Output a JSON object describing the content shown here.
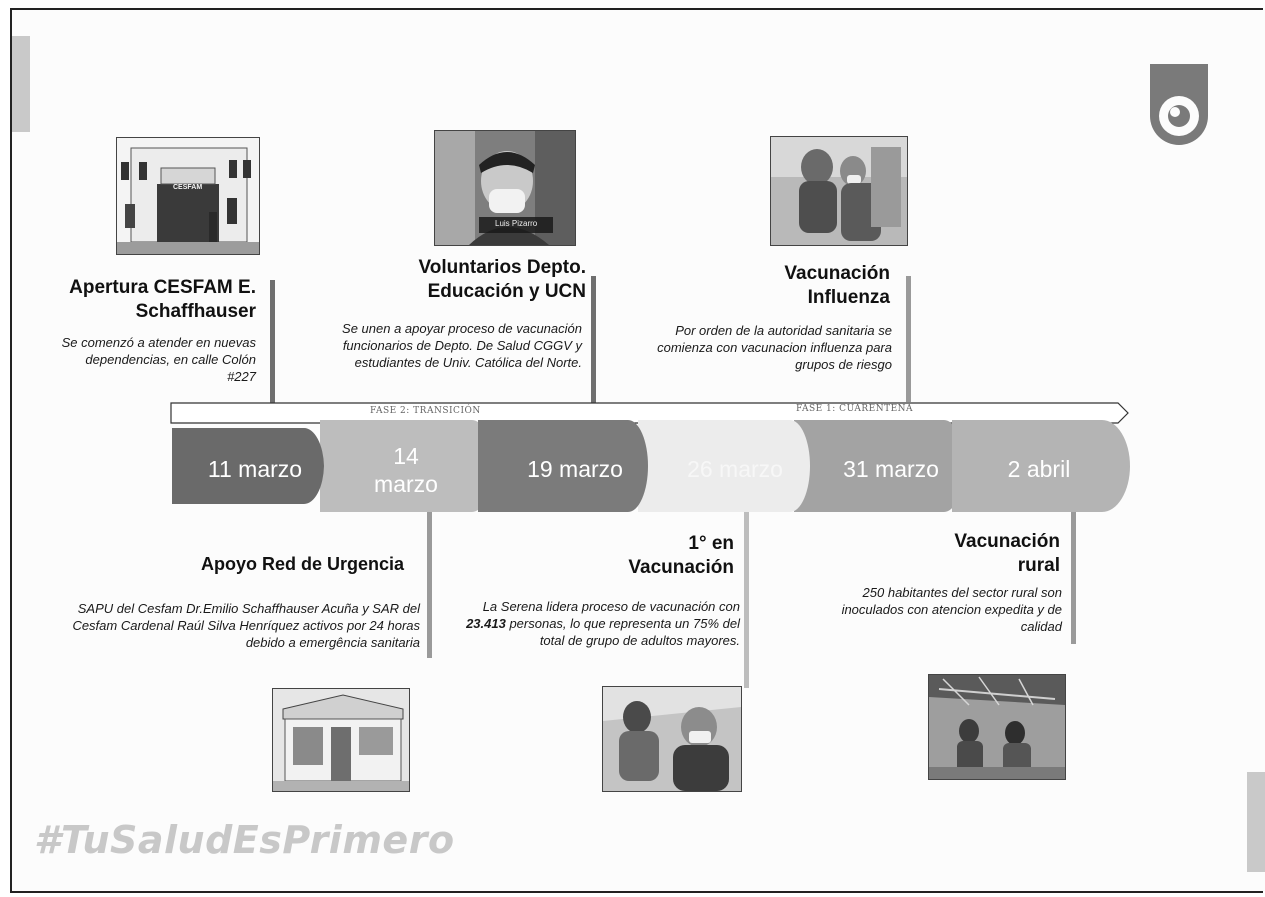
{
  "top_events": [
    {
      "title": "Apertura CESFAM E. Schaffhauser",
      "desc": "Se comenzó a atender en nuevas dependencias, en calle Colón #227",
      "photo_text": "CESFAM"
    },
    {
      "title": "Voluntarios Depto. Educación y UCN",
      "desc": "Se unen a apoyar proceso de vacunación funcionarios de Depto. De Salud CGGV y estudiantes de Univ. Católica del Norte.",
      "photo_text": "Luis Pizarro"
    },
    {
      "title": "Vacunación Influenza",
      "desc": "Por orden de la autoridad sanitaria se comienza con vacunacion influenza para grupos de riesgo"
    }
  ],
  "bottom_events": [
    {
      "title": "Apoyo Red de Urgencia",
      "desc": "SAPU del Cesfam Dr.Emilio Schaffhauser Acuña y SAR del Cesfam Cardenal Raúl Silva Henríquez activos por 24 horas debido a emergência sanitaria"
    },
    {
      "title": "1° en Vacunación",
      "desc_pre": "La Serena lidera proceso de vacunación con ",
      "desc_bold": "23.413",
      "desc_post": " personas, lo que representa un 75% del total de grupo de adultos mayores."
    },
    {
      "title": "Vacunación rural",
      "desc": "250 habitantes del sector rural son inoculados con atencion expedita y de calidad"
    }
  ],
  "phases": [
    {
      "label": "FASE 2: TRANSICIÓN"
    },
    {
      "label": "FASE 1: CUARENTENA"
    }
  ],
  "dates": [
    {
      "label": "11 marzo",
      "color": "#6a6a6a"
    },
    {
      "label": "14 marzo",
      "color": "#bdbdbd"
    },
    {
      "label": "19 marzo",
      "color": "#7b7b7b"
    },
    {
      "label": "26 marzo",
      "color": "#ececec"
    },
    {
      "label": "31 marzo",
      "color": "#a3a3a3"
    },
    {
      "label": "2 abril",
      "color": "#b4b4b4"
    }
  ],
  "hashtag": "#TuSaludEsPrimero"
}
